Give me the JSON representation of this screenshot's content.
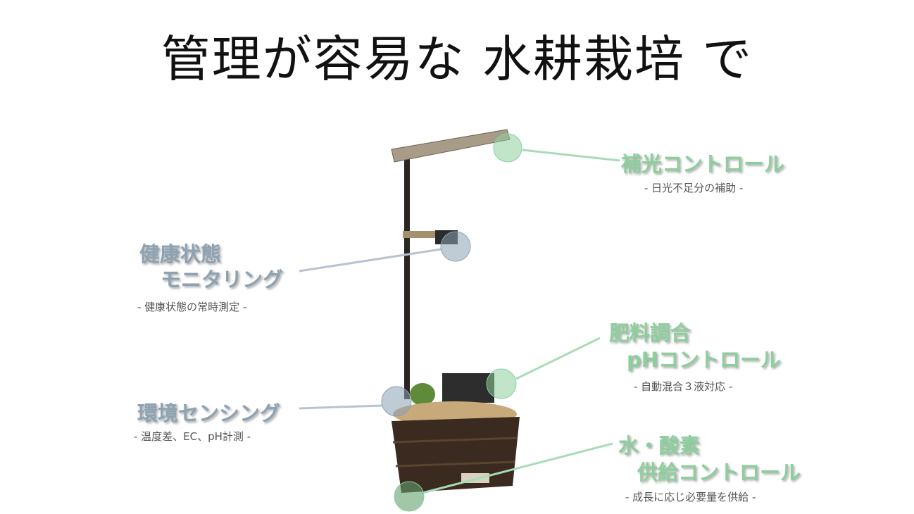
{
  "title": "管理が容易な 水耕栽培 で",
  "colors": {
    "green_label": "#8ccf9c",
    "blue_label": "#8da2b2",
    "subtitle": "#555555"
  },
  "features": {
    "light": {
      "title": "補光コントロール",
      "subtitle": "- 日光不足分の補助 -"
    },
    "health": {
      "title_line1": "健康状態",
      "title_line2": "モニタリング",
      "subtitle": "- 健康状態の常時測定 -"
    },
    "environment": {
      "title": "環境センシング",
      "subtitle": "- 温度差、EC、pH計測 -"
    },
    "fertilizer": {
      "title_line1": "肥料調合",
      "title_line2": "pHコントロール",
      "subtitle": "- 自動混合３液対応 -"
    },
    "water": {
      "title_line1": "水・酸素",
      "title_line2": "供給コントロール",
      "subtitle": "- 成長に応じ必要量を供給 -"
    }
  }
}
